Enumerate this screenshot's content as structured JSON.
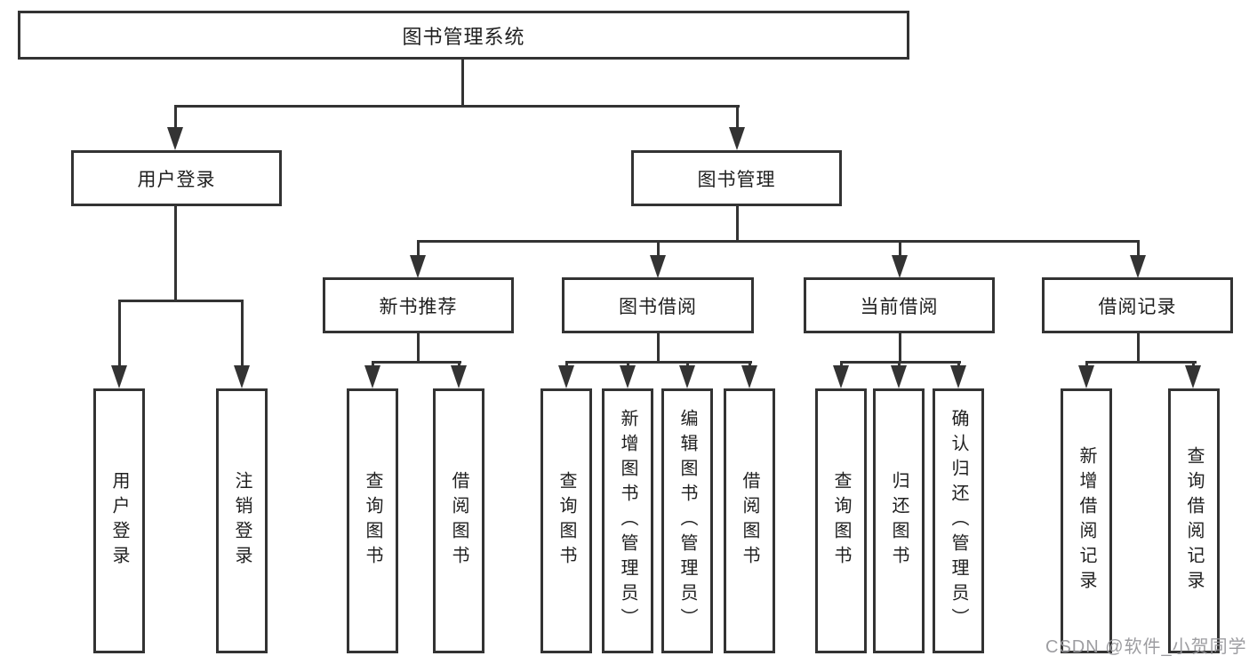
{
  "root": {
    "label": "图书管理系统"
  },
  "level2": [
    {
      "label": "用户登录",
      "parent": "图书管理系统"
    },
    {
      "label": "图书管理",
      "parent": "图书管理系统"
    }
  ],
  "level3": [
    {
      "label": "新书推荐",
      "parent": "图书管理"
    },
    {
      "label": "图书借阅",
      "parent": "图书管理"
    },
    {
      "label": "当前借阅",
      "parent": "图书管理"
    },
    {
      "label": "借阅记录",
      "parent": "图书管理"
    }
  ],
  "leaves": [
    {
      "label": "用户登录",
      "parent": "用户登录"
    },
    {
      "label": "注销登录",
      "parent": "用户登录"
    },
    {
      "label": "查询图书",
      "parent": "新书推荐"
    },
    {
      "label": "借阅图书",
      "parent": "新书推荐"
    },
    {
      "label": "查询图书",
      "parent": "图书借阅"
    },
    {
      "label": "新增图书（管理员）",
      "parent": "图书借阅"
    },
    {
      "label": "编辑图书（管理员）",
      "parent": "图书借阅"
    },
    {
      "label": "借阅图书",
      "parent": "图书借阅"
    },
    {
      "label": "查询图书",
      "parent": "当前借阅"
    },
    {
      "label": "归还图书",
      "parent": "当前借阅"
    },
    {
      "label": "确认归还（管理员）",
      "parent": "当前借阅"
    },
    {
      "label": "新增借阅记录",
      "parent": "借阅记录"
    },
    {
      "label": "查询借阅记录",
      "parent": "借阅记录"
    }
  ],
  "watermark": "CSDN @软件_小贺同学",
  "colors": {
    "line": "#333333",
    "text": "#1f1f1f",
    "watermark": "#98989c",
    "background": "#ffffff"
  }
}
